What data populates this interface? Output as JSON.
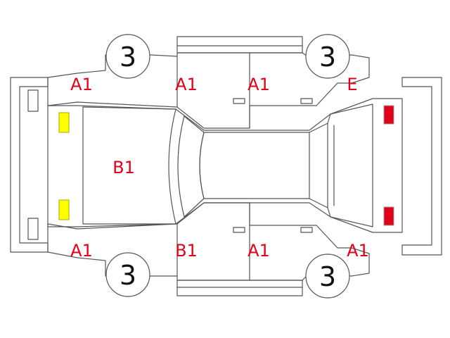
{
  "colors": {
    "code": "#e0001a",
    "outline": "#555555",
    "headlight_fill": "#ffff00",
    "headlight_stroke": "#aaaa00",
    "taillight_fill": "#e0001a",
    "taillight_stroke": "#999999"
  },
  "tires": {
    "front_left": "3",
    "front_right": "3",
    "rear_left": "3",
    "rear_right": "3"
  },
  "damage_codes": {
    "top_front_fender": "A1",
    "top_front_door": "A1",
    "top_rear_door": "A1",
    "top_rear_quarter": "E",
    "hood": "B1",
    "bottom_front_fender": "A1",
    "bottom_front_door": "B1",
    "bottom_rear_door": "A1",
    "bottom_rear_quarter": "A1"
  }
}
